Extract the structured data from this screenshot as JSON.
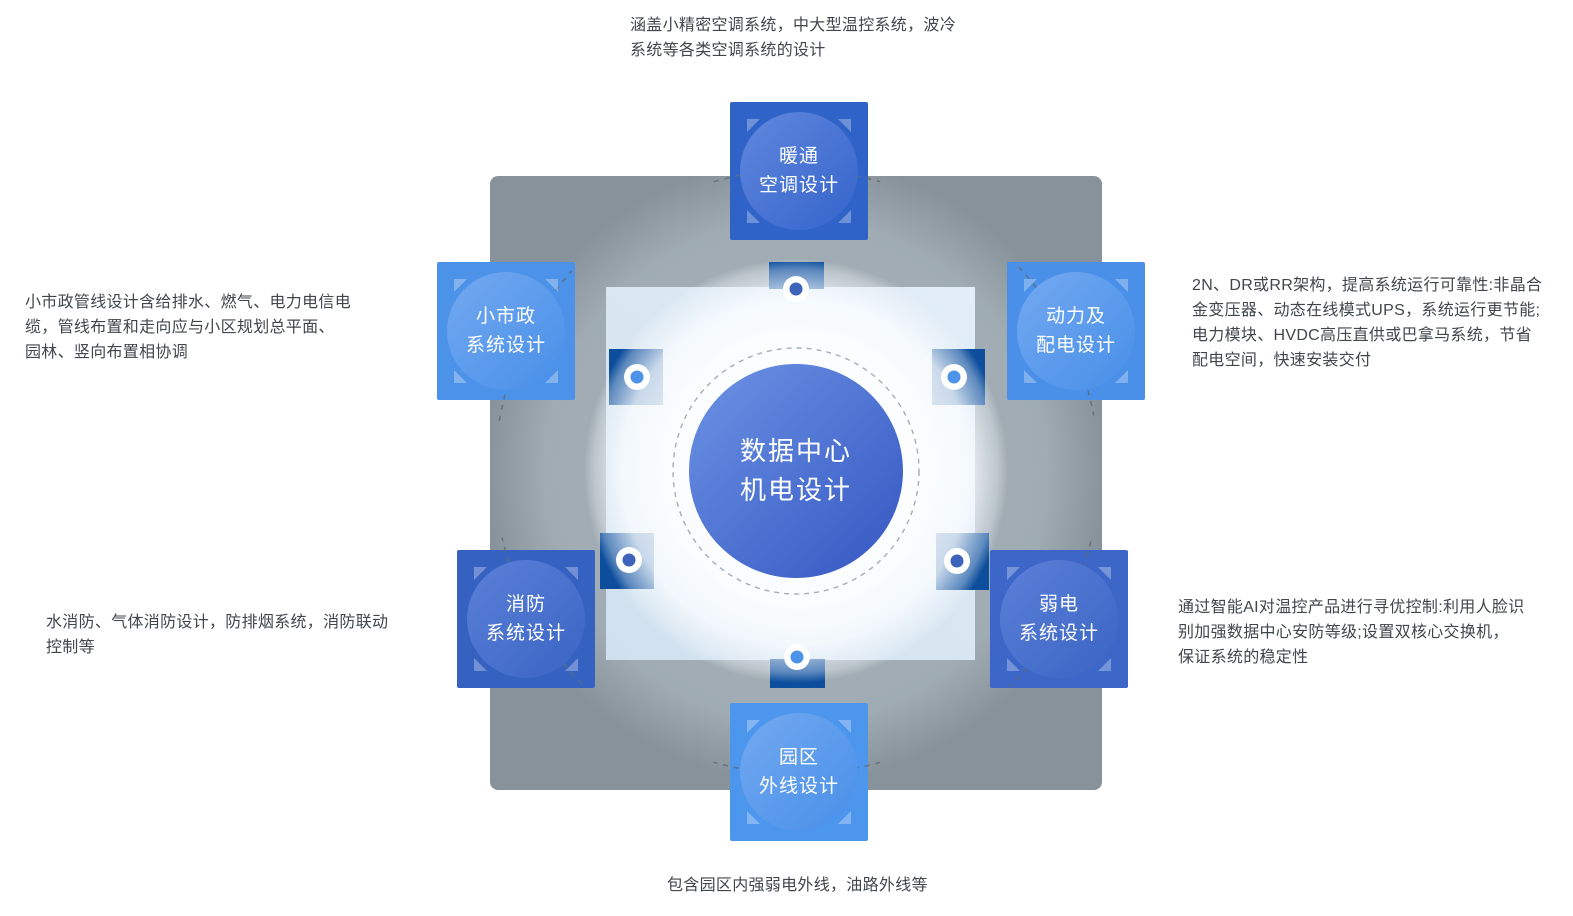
{
  "center": {
    "label": "数据中心\n机电设计"
  },
  "nodes": [
    {
      "id": "hvac",
      "label": "暖通\n空调设计",
      "desc": "涵盖小精密空调系统，中大型温控系统，波冷\n系统等各类空调系统的设计"
    },
    {
      "id": "municipal",
      "label": "小市政\n系统设计",
      "desc": "小市政管线设计含给排水、燃气、电力电信电\n缆，管线布置和走向应与小区规划总平面、\n园林、竖向布置相协调"
    },
    {
      "id": "power",
      "label": "动力及\n配电设计",
      "desc": "2N、DR或RR架构，提高系统运行可靠性:非晶合\n金变压器、动态在线模式UPS，系统运行更节能;\n电力模块、HVDC高压直供或巴拿马系统，节省\n配电空间，快速安装交付"
    },
    {
      "id": "fire",
      "label": "消防\n系统设计",
      "desc": "水消防、气体消防设计，防排烟系统，消防联动\n控制等"
    },
    {
      "id": "elv",
      "label": "弱电\n系统设计",
      "desc": "通过智能AI对温控产品进行寻优控制:利用人脸识\n别加强数据中心安防等级;设置双核心交换机，\n保证系统的稳定性"
    },
    {
      "id": "campus",
      "label": "园区\n外线设计",
      "desc": "包含园区内强弱电外线，油路外线等"
    }
  ],
  "colors": {
    "canvas_bg": "#FFFFFF",
    "panel_gray": "#87929A",
    "inner_square": "#D6E4F1",
    "connector_navy": "#0C4D9C",
    "center_circle_start": "#6990E3",
    "center_circle_end": "#3A5CC5",
    "node_dark_blue": "#2F63C7",
    "node_mid_blue": "#3A65C6",
    "node_light_blue": "#4C93EA",
    "dot_light": "#4D94E8",
    "dot_dark": "#3E63BB",
    "desc_text": "#41464C",
    "node_text": "#FFFFFF"
  }
}
